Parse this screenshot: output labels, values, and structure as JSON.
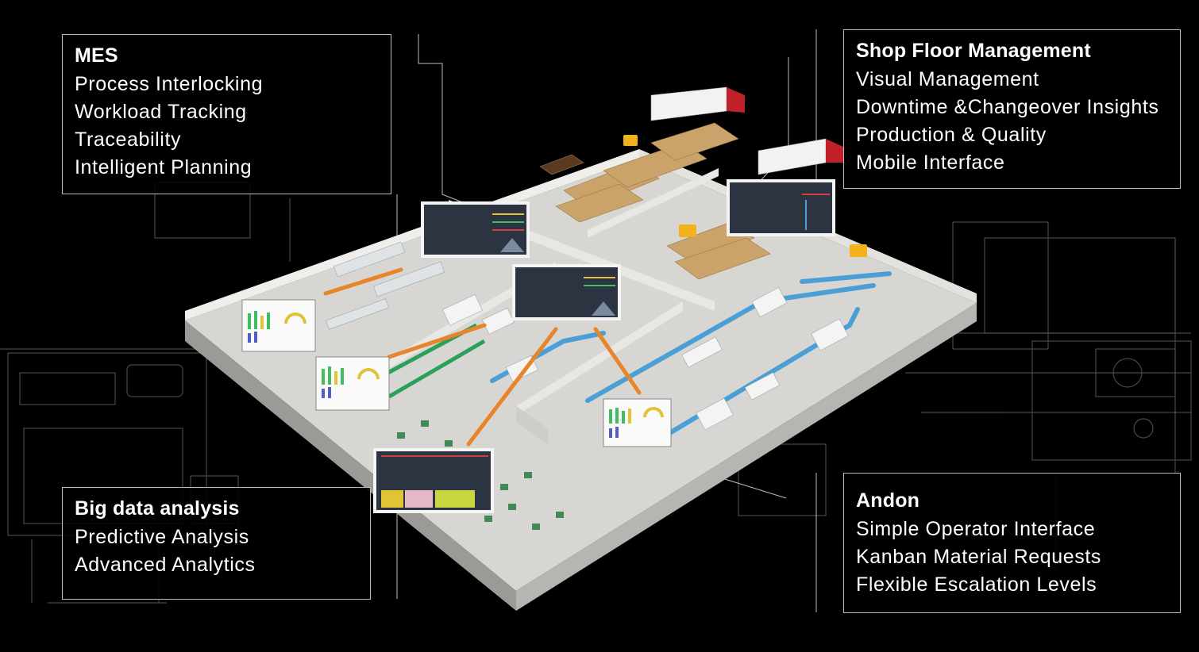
{
  "callouts": {
    "mes": {
      "title": "MES",
      "items": [
        "Process Interlocking",
        "Workload Tracking",
        "Traceability",
        "Intelligent Planning"
      ]
    },
    "shop_floor": {
      "title": "Shop Floor Management",
      "items": [
        "Visual Management",
        "Downtime &Changeover Insights",
        "Production & Quality",
        "Mobile Interface"
      ]
    },
    "big_data": {
      "title": "Big data analysis",
      "items": [
        "Predictive Analysis",
        "Advanced Analytics"
      ]
    },
    "andon": {
      "title": "Andon",
      "items": [
        "Simple Operator Interface",
        "Kanban Material Requests",
        "Flexible Escalation Levels"
      ]
    }
  },
  "colors": {
    "background": "#000000",
    "floor": "#cfccc6",
    "wall": "#e8e6e2",
    "conveyor": "#4a9fd6",
    "link": "#e8852a",
    "box": "#c9a36a",
    "truck_cab": "#c0202a",
    "dashboard_bg": "#2b3440"
  },
  "icons": [
    "factory-floor-illustration",
    "dashboard-screen",
    "truck-icon",
    "forklift-icon",
    "conveyor-line",
    "workstation"
  ]
}
